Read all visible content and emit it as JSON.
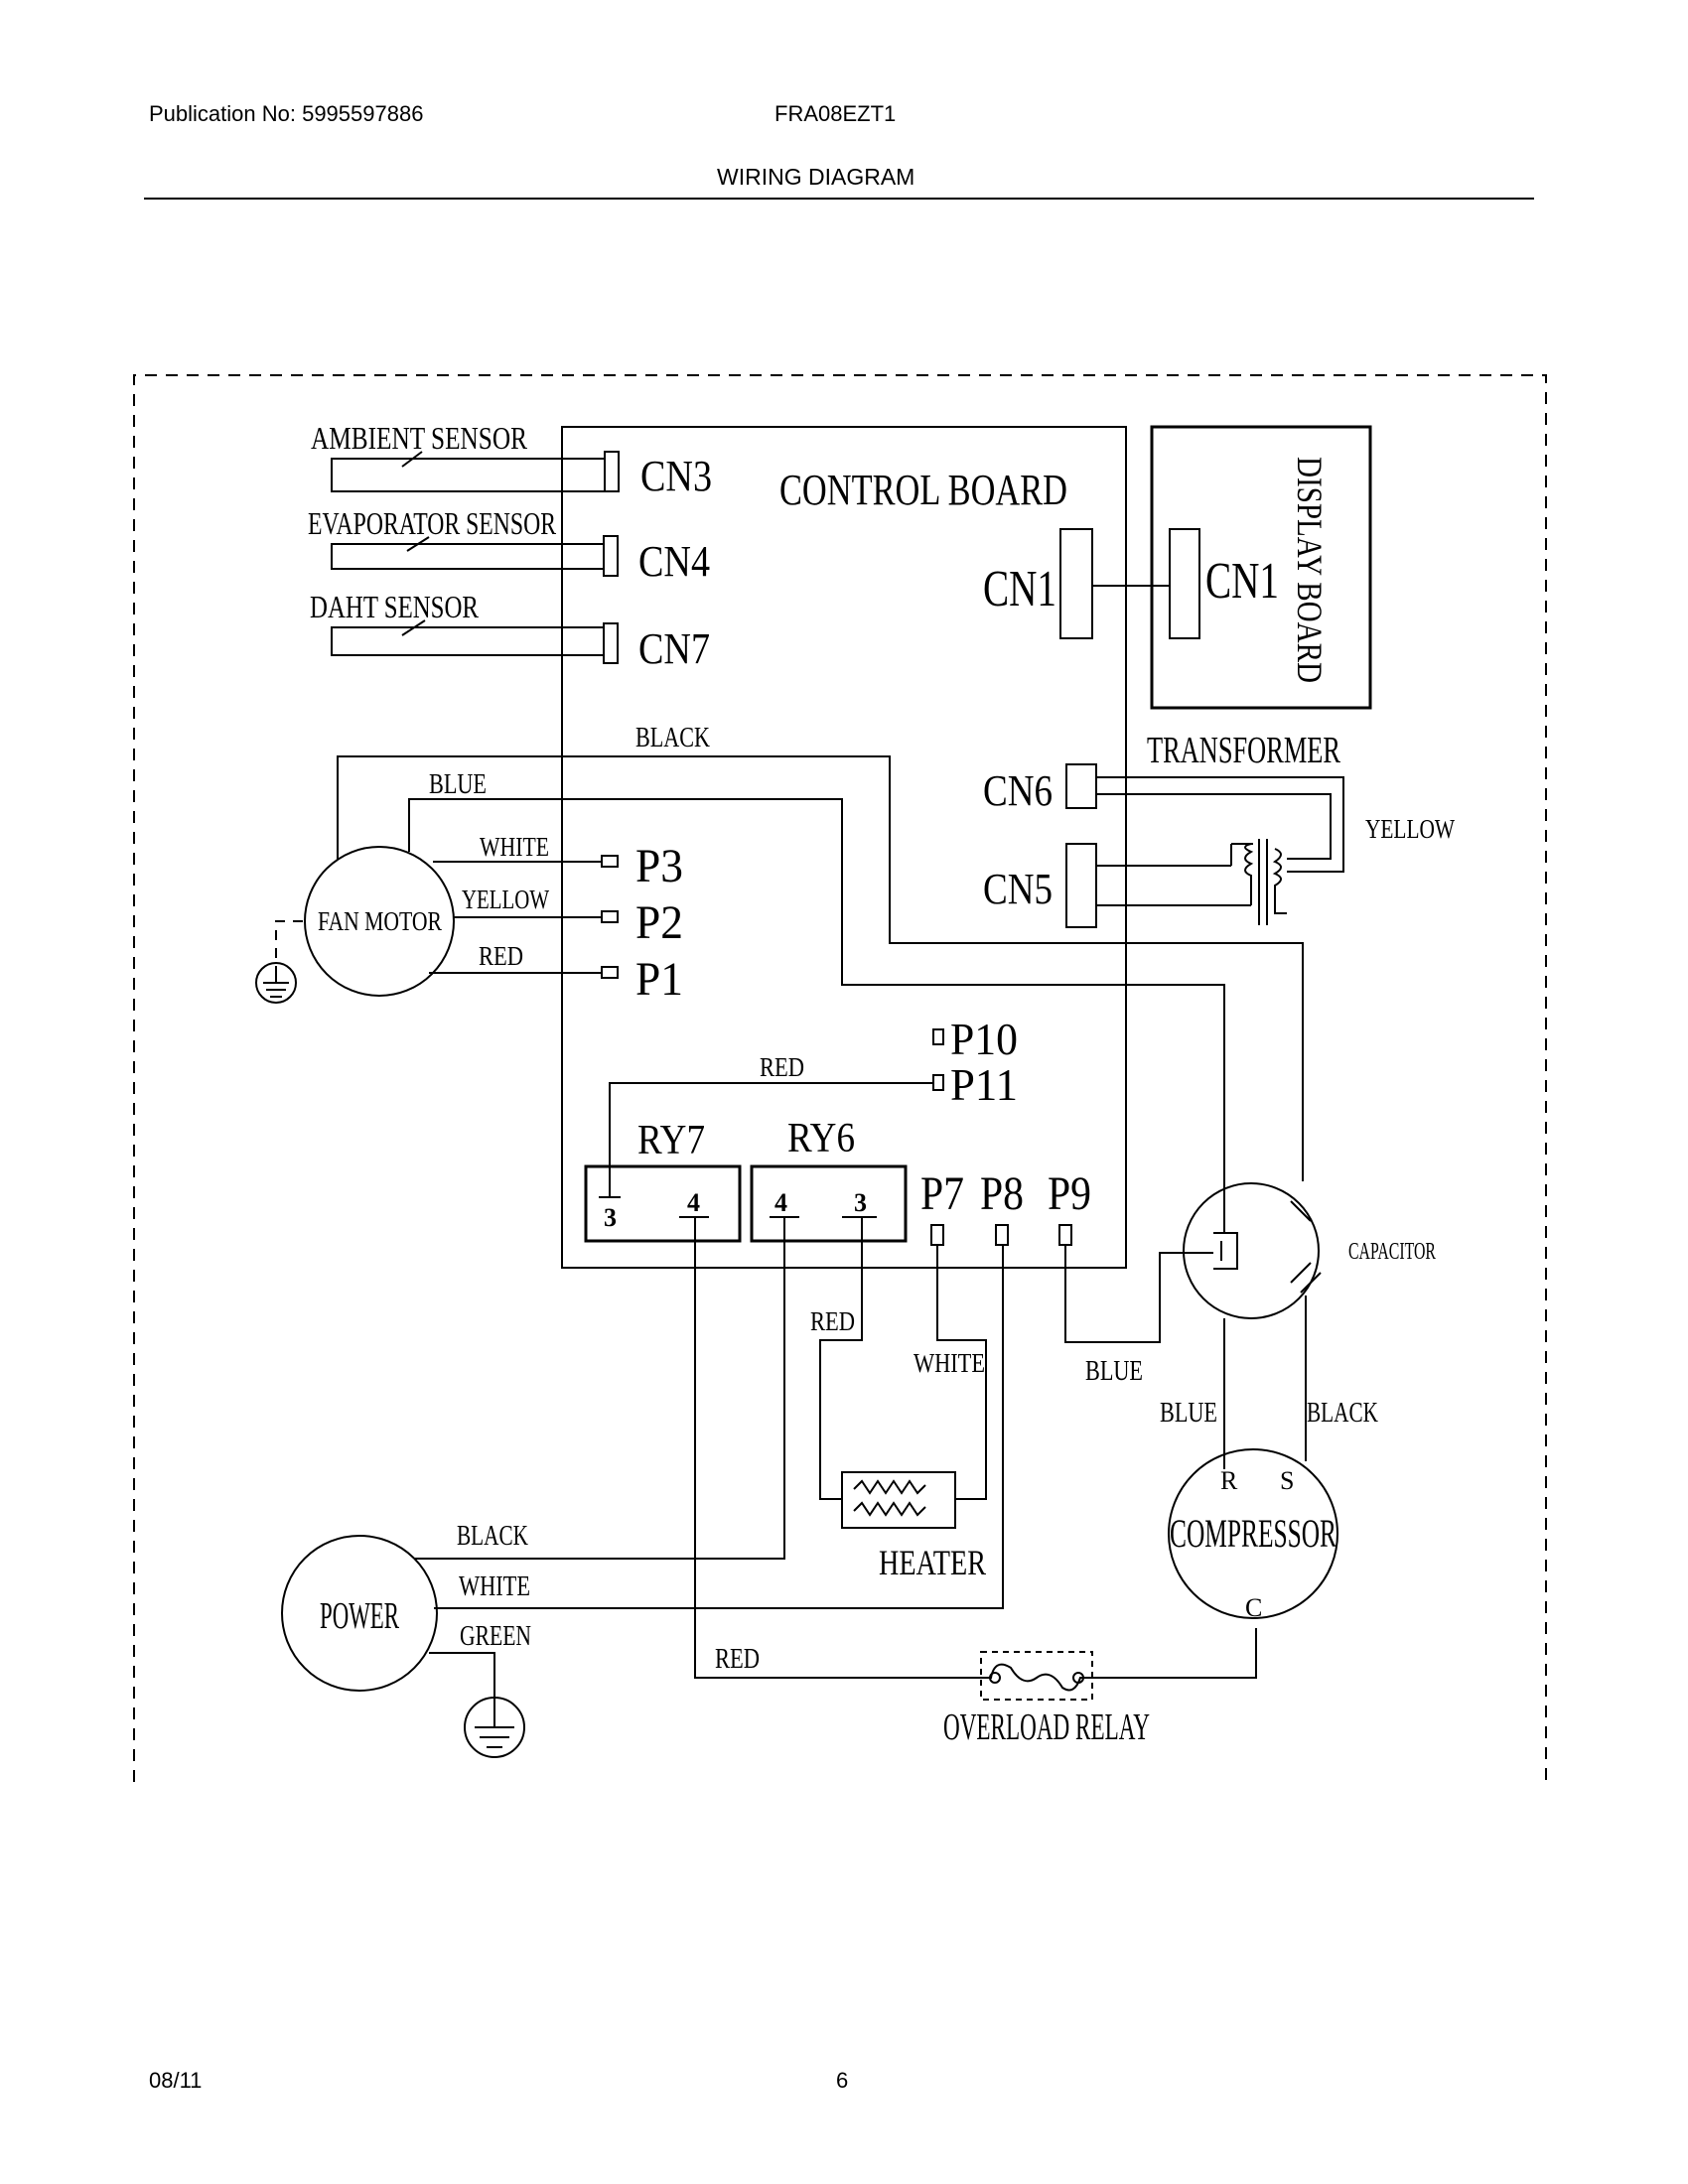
{
  "header": {
    "publication": "Publication No: 5995597886",
    "model": "FRA08EZT1",
    "title": "WIRING DIAGRAM"
  },
  "footer": {
    "date": "08/11",
    "page": "6"
  },
  "diagram": {
    "control_board": "CONTROL BOARD",
    "display_board": "DISPLAY BOARD",
    "connectors": {
      "cn3": "CN3",
      "cn4": "CN4",
      "cn7": "CN7",
      "cn1": "CN1",
      "cn1_display": "CN1",
      "cn6": "CN6",
      "cn5": "CN5"
    },
    "ports": {
      "p1": "P1",
      "p2": "P2",
      "p3": "P3",
      "p7": "P7",
      "p8": "P8",
      "p9": "P9",
      "p10": "P10",
      "p11": "P11"
    },
    "relays": {
      "ry7": "RY7",
      "ry6": "RY6",
      "ry7_pin_a": "3",
      "ry7_pin_b": "4",
      "ry6_pin_a": "4",
      "ry6_pin_b": "3"
    },
    "sensors": {
      "ambient": "AMBIENT SENSOR",
      "evaporator": "EVAPORATOR SENSOR",
      "daht": "DAHT SENSOR"
    },
    "components": {
      "fan_motor": "FAN MOTOR",
      "transformer": "TRANSFORMER",
      "capacitor": "CAPACITOR",
      "compressor": "COMPRESSOR",
      "compressor_r": "R",
      "compressor_s": "S",
      "compressor_c": "C",
      "heater": "HEATER",
      "power": "POWER",
      "overload_relay": "OVERLOAD RELAY"
    },
    "wire_labels": {
      "black_top": "BLACK",
      "blue_top": "BLUE",
      "white_fan": "WHITE",
      "yellow_fan": "YELLOW",
      "red_fan": "RED",
      "yellow_transformer": "YELLOW",
      "red_p11": "RED",
      "red_heater": "RED",
      "white_heater": "WHITE",
      "blue_p9": "BLUE",
      "blue_compressor": "BLUE",
      "black_compressor": "BLACK",
      "black_power": "BLACK",
      "white_power": "WHITE",
      "green_power": "GREEN",
      "red_overload": "RED"
    }
  }
}
